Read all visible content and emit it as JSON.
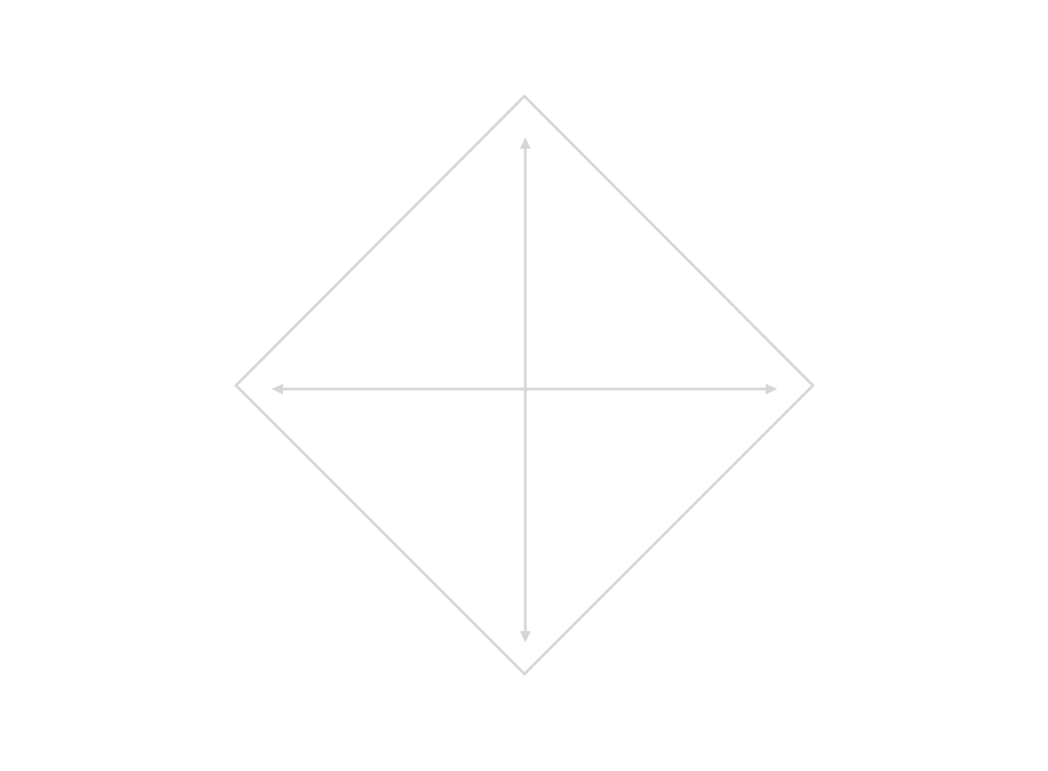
{
  "diagram": {
    "stroke_color": "#d6d6d6",
    "shapes": [
      "diamond",
      "vertical-double-arrow",
      "horizontal-double-arrow"
    ]
  }
}
